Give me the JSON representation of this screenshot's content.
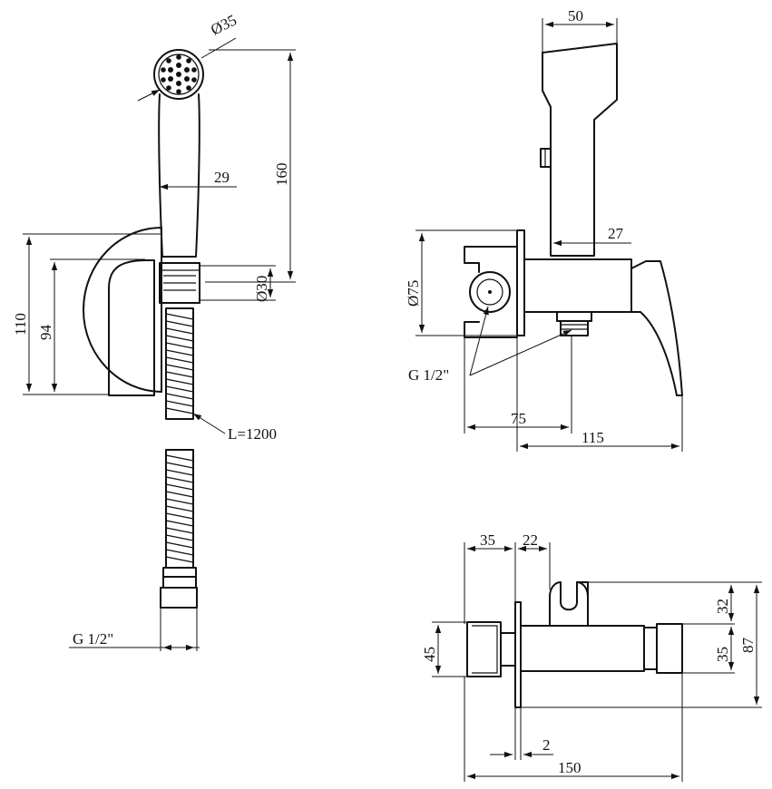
{
  "labels": {
    "spray_diameter": "Ø35",
    "handle_width": "29",
    "handset_length": "160",
    "holder_diameter": "Ø30",
    "plate_height": "110",
    "lever_height": "94",
    "hose_length": "L=1200",
    "hose_thread": "G 1/2\"",
    "top_width": "50",
    "shower_width": "27",
    "flange_diameter": "Ø75",
    "inlet_thread": "G 1/2\"",
    "outlet_offset": "75",
    "body_length": "115",
    "plan_depth_a": "35",
    "plan_depth_b": "22",
    "plan_height_top": "32",
    "plan_height_bottom": "35",
    "plan_height_total": "87",
    "plan_left_height": "45",
    "plan_gap": "2",
    "plan_length": "150"
  }
}
